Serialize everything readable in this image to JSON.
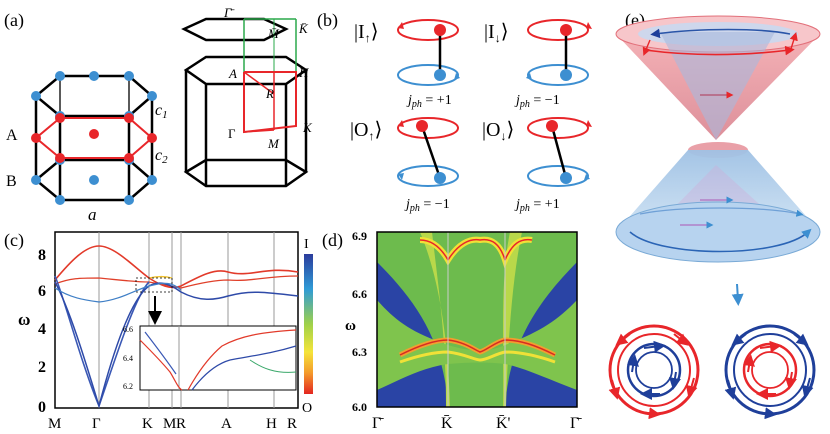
{
  "panel_labels": {
    "a": "(a)",
    "b": "(b)",
    "c": "(c)",
    "d": "(d)",
    "e": "(e)"
  },
  "panel_a": {
    "lattice_labels": {
      "A": "A",
      "B": "B",
      "c1": "c",
      "c1_sub": "1",
      "c2": "c",
      "c2_sub": "2",
      "a": "a"
    },
    "bz_labels": {
      "Gamma_bar": "Γ̄",
      "M_bar": "M̄",
      "K_bar": "K̄",
      "A": "A",
      "H": "H",
      "R": "R",
      "K": "K",
      "Gamma": "Γ",
      "M": "M"
    },
    "colors": {
      "blue": "#3d8fd1",
      "red": "#e8262a",
      "green": "#2aa84a"
    }
  },
  "panel_b": {
    "kets": [
      {
        "label": "I",
        "arrow": "↑",
        "jph": "+1"
      },
      {
        "label": "I",
        "arrow": "↓",
        "jph": "−1"
      },
      {
        "label": "O",
        "arrow": "↑",
        "jph": "−1"
      },
      {
        "label": "O",
        "arrow": "↓",
        "jph": "+1"
      }
    ],
    "jph_symbol": "j",
    "jph_sub": "ph",
    "eq": "="
  },
  "panel_c": {
    "ylabel": "ω",
    "yticks": [
      "0",
      "2",
      "4",
      "6",
      "8"
    ],
    "xticks": [
      "M",
      "Γ",
      "K",
      "M",
      "R",
      "A",
      "H",
      "R"
    ],
    "colorbar_top": "I",
    "colorbar_bottom": "O",
    "inset_yticks": [
      "6.6",
      "6.4",
      "6.2"
    ]
  },
  "panel_d": {
    "ylabel": "ω",
    "yticks": [
      "6.9",
      "6.6",
      "6.3",
      "6.0"
    ],
    "xticks": [
      "Γ̄",
      "K̄",
      "K̄'",
      "Γ̄"
    ]
  }
}
